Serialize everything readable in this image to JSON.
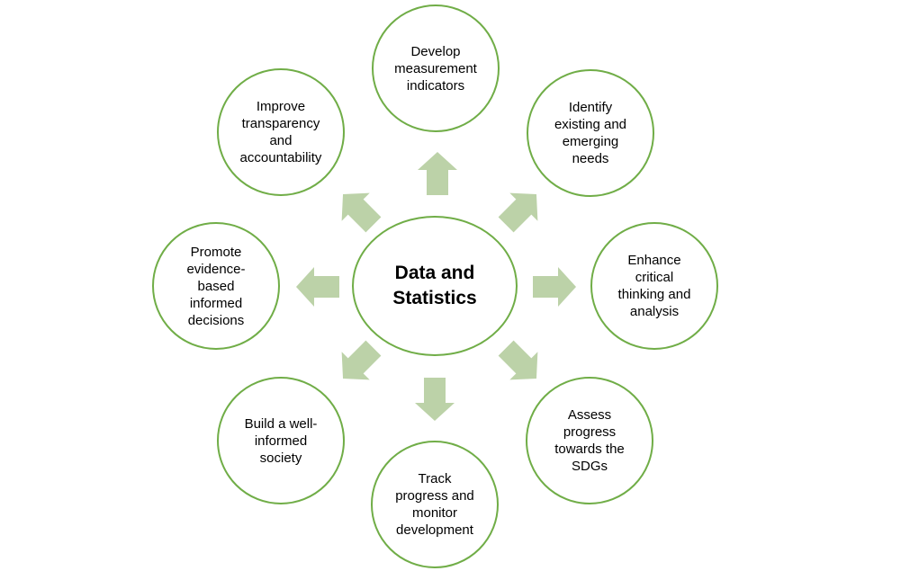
{
  "diagram": {
    "hub": {
      "label": "Data and\nStatistics"
    },
    "satellites": [
      {
        "position": "top",
        "label": "Develop\nmeasurement\nindicators"
      },
      {
        "position": "top-right",
        "label": "Identify\nexisting and\nemerging\nneeds"
      },
      {
        "position": "right",
        "label": "Enhance\ncritical\nthinking and\nanalysis"
      },
      {
        "position": "bottom-right",
        "label": "Assess\nprogress\ntowards the\nSDGs"
      },
      {
        "position": "bottom",
        "label": "Track\nprogress and\nmonitor\ndevelopment"
      },
      {
        "position": "bottom-left",
        "label": "Build a well-\ninformed\nsociety"
      },
      {
        "position": "left",
        "label": "Promote\nevidence-\nbased\ninformed\ndecisions"
      },
      {
        "position": "top-left",
        "label": "Improve\ntransparency\nand\naccountability"
      }
    ],
    "arrows": [
      "up",
      "up-right",
      "right",
      "down-right",
      "down",
      "down-left",
      "left",
      "up-left"
    ],
    "colors": {
      "circle_border": "#70AD47",
      "arrow_fill": "#BCD2A8",
      "text": "#000000",
      "background": "#FFFFFF"
    }
  }
}
